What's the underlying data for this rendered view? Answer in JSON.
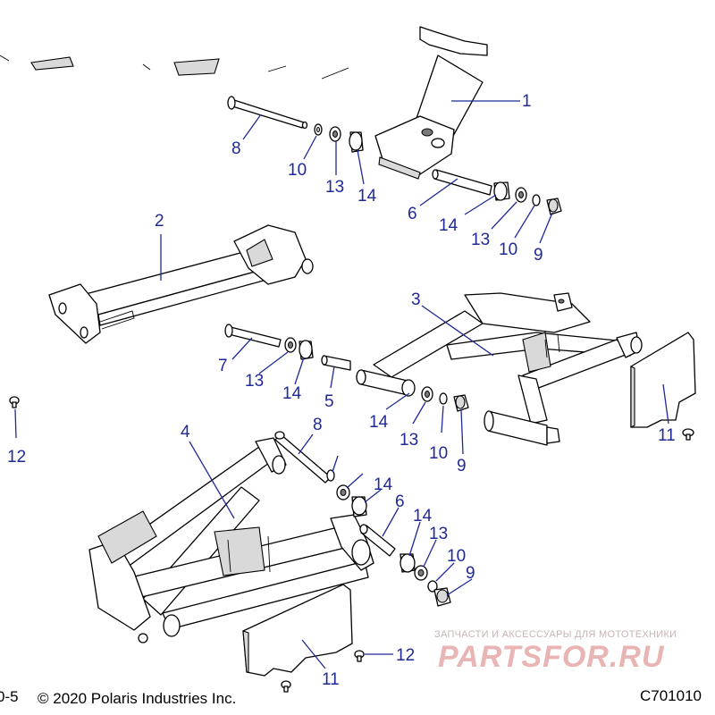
{
  "callouts": [
    {
      "id": "c1",
      "label": "1"
    },
    {
      "id": "c2",
      "label": "2"
    },
    {
      "id": "c3",
      "label": "3"
    },
    {
      "id": "c4",
      "label": "4"
    },
    {
      "id": "c5",
      "label": "5"
    },
    {
      "id": "c6a",
      "label": "6"
    },
    {
      "id": "c6b",
      "label": "6"
    },
    {
      "id": "c7",
      "label": "7"
    },
    {
      "id": "c8a",
      "label": "8"
    },
    {
      "id": "c8b",
      "label": "8"
    },
    {
      "id": "c9a",
      "label": "9"
    },
    {
      "id": "c9b",
      "label": "9"
    },
    {
      "id": "c9c",
      "label": "9"
    },
    {
      "id": "c10a",
      "label": "10"
    },
    {
      "id": "c10b",
      "label": "10"
    },
    {
      "id": "c10c",
      "label": "10"
    },
    {
      "id": "c10d",
      "label": "10"
    },
    {
      "id": "c11a",
      "label": "11"
    },
    {
      "id": "c11b",
      "label": "11"
    },
    {
      "id": "c12a",
      "label": "12"
    },
    {
      "id": "c12b",
      "label": "12"
    },
    {
      "id": "c13a",
      "label": "13"
    },
    {
      "id": "c13b",
      "label": "13"
    },
    {
      "id": "c13c",
      "label": "13"
    },
    {
      "id": "c13d",
      "label": "13"
    },
    {
      "id": "c13e",
      "label": "13"
    },
    {
      "id": "c14a",
      "label": "14"
    },
    {
      "id": "c14b",
      "label": "14"
    },
    {
      "id": "c14c",
      "label": "14"
    },
    {
      "id": "c14d",
      "label": "14"
    },
    {
      "id": "c14e",
      "label": "14"
    },
    {
      "id": "c14f",
      "label": "14"
    }
  ],
  "footer": {
    "page_ref": "0-5",
    "copyright": "© 2020 Polaris Industries Inc.",
    "drawing_code": "C701010"
  },
  "watermark": {
    "tagline": "ЗАПЧАСТИ И АКСЕССУАРЫ ДЛЯ МОТОТЕХНИКИ",
    "brand": "PARTSFOR.RU"
  },
  "colors": {
    "callout": "#1f2a96",
    "line": "#000000",
    "watermark": "#e6a8a8"
  }
}
